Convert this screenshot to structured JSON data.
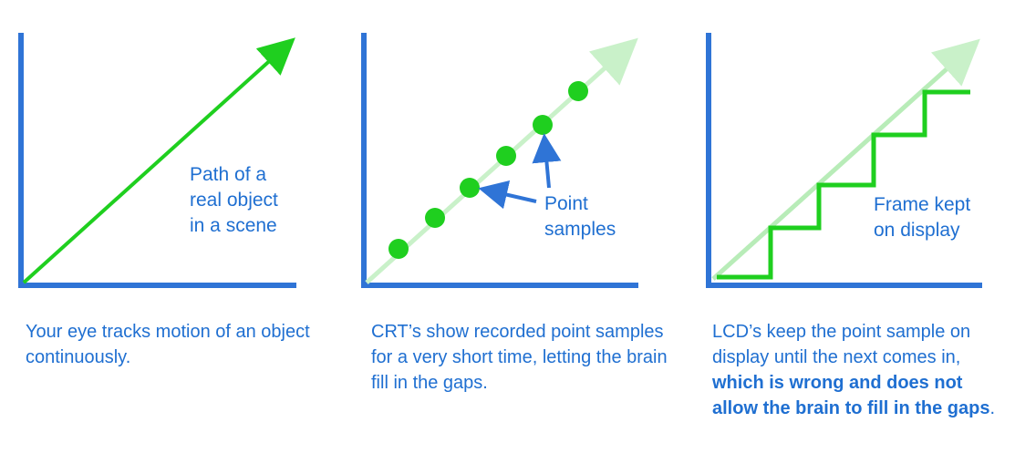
{
  "colors": {
    "axis": "#2f74d6",
    "green": "#1fcf1f",
    "light_green": "#b8ecb8",
    "text": "#1f6fd1"
  },
  "panel1": {
    "label_lines": [
      "Path of a",
      "real object",
      "in a scene"
    ],
    "caption": "Your eye tracks motion of an object continuously."
  },
  "panel2": {
    "label_lines": [
      "Point",
      "samples"
    ],
    "caption": "CRT’s show recorded point samples for a very short time, letting the brain fill in the gaps."
  },
  "panel3": {
    "label_lines": [
      "Frame kept",
      "on display"
    ],
    "caption_plain": "LCD’s keep the point sample on display until the next comes in,",
    "caption_bold": "which is wrong and does not allow the brain to fill in the gaps",
    "caption_end": "."
  }
}
